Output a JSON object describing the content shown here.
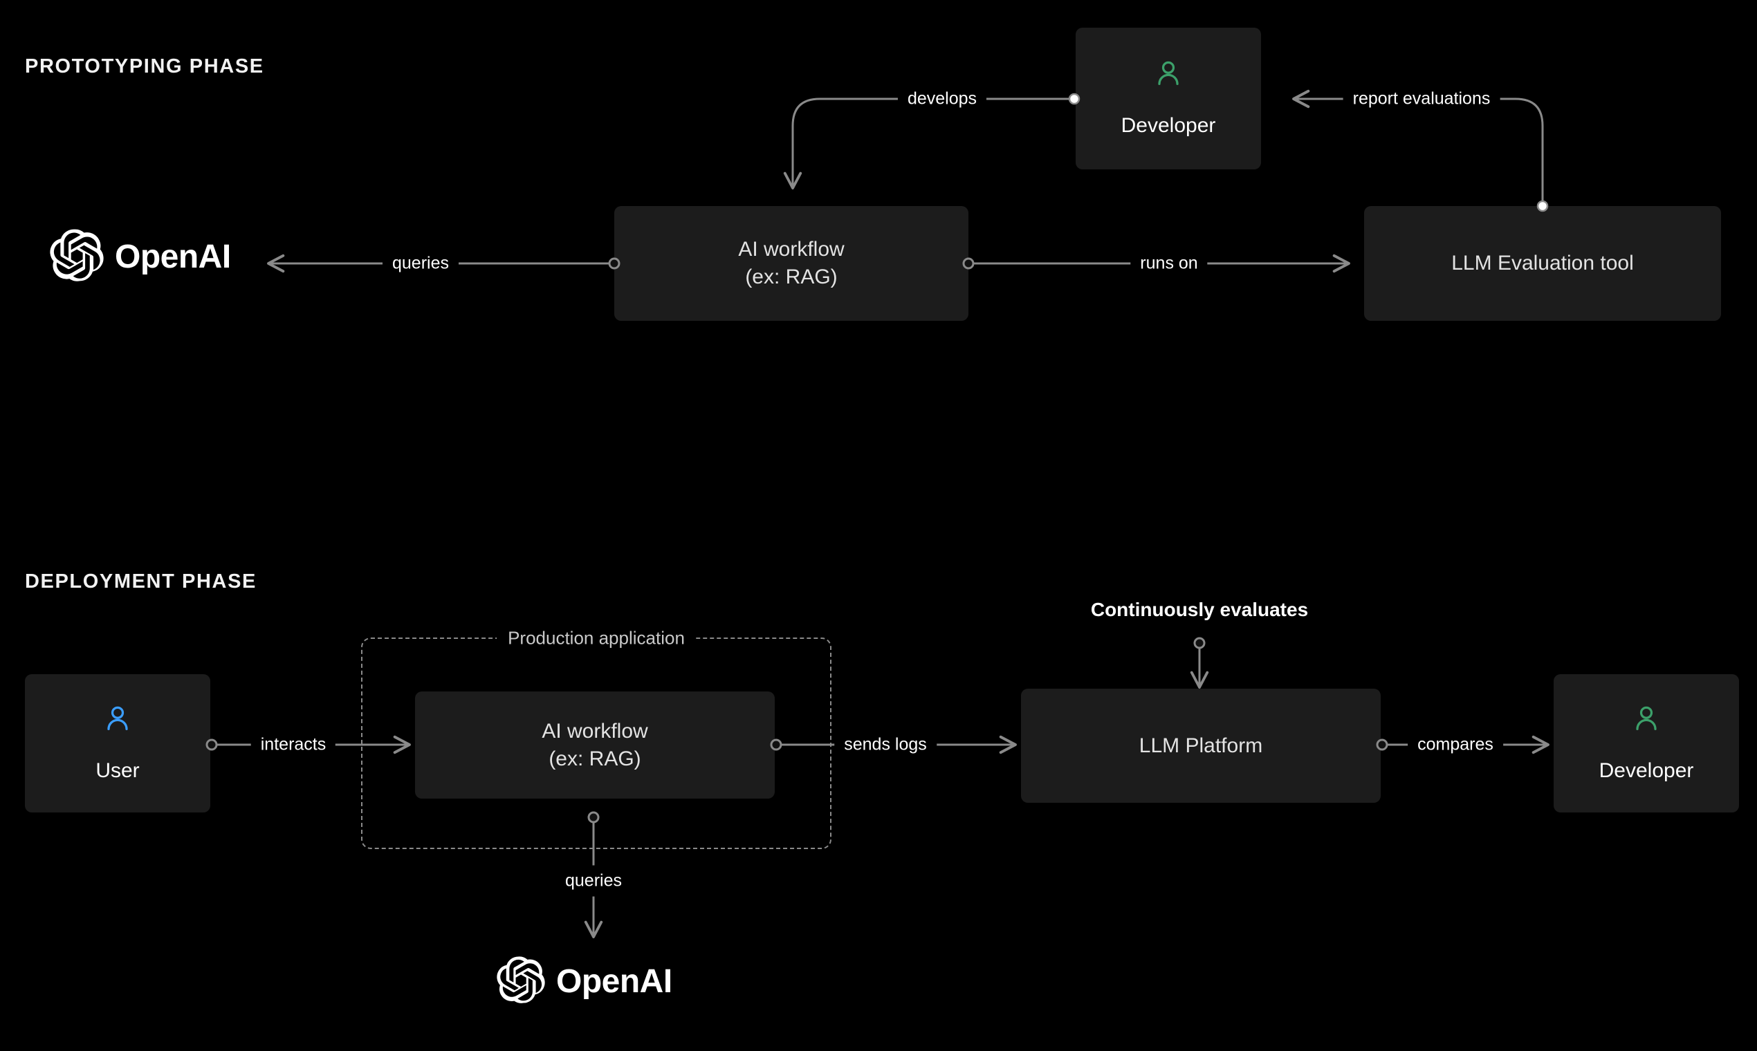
{
  "diagram": {
    "background_color": "#000000",
    "node_fill": "#1c1c1c",
    "wire_color": "#8a8a8a",
    "developer_icon_color": "#3ca06a",
    "user_icon_color": "#3b9eff"
  },
  "phases": [
    {
      "title": "PROTOTYPING PHASE",
      "nodes": [
        {
          "id": "openai-proto",
          "type": "brand",
          "label": "OpenAI"
        },
        {
          "id": "ai-workflow-proto",
          "type": "box",
          "label": "AI workflow\n(ex: RAG)"
        },
        {
          "id": "developer-proto",
          "type": "person",
          "label": "Developer",
          "icon": "person-icon",
          "icon_color": "#3ca06a"
        },
        {
          "id": "llm-eval-tool",
          "type": "box",
          "label": "LLM Evaluation tool"
        }
      ],
      "edges": [
        {
          "id": "queries-proto",
          "label": "queries",
          "from": "ai-workflow-proto",
          "to": "openai-proto"
        },
        {
          "id": "runs-on",
          "label": "runs on",
          "from": "ai-workflow-proto",
          "to": "llm-eval-tool"
        },
        {
          "id": "develops",
          "label": "develops",
          "from": "developer-proto",
          "to": "ai-workflow-proto"
        },
        {
          "id": "report-evaluations",
          "label": "report evaluations",
          "from": "llm-eval-tool",
          "to": "developer-proto"
        }
      ]
    },
    {
      "title": "DEPLOYMENT PHASE",
      "group": {
        "id": "production-application",
        "label": "Production application"
      },
      "nodes": [
        {
          "id": "user",
          "type": "person",
          "label": "User",
          "icon": "person-icon",
          "icon_color": "#3b9eff"
        },
        {
          "id": "ai-workflow-deploy",
          "type": "box",
          "label": "AI workflow\n(ex: RAG)"
        },
        {
          "id": "llm-platform",
          "type": "box",
          "label": "LLM Platform"
        },
        {
          "id": "developer-deploy",
          "type": "person",
          "label": "Developer",
          "icon": "person-icon",
          "icon_color": "#3ca06a"
        },
        {
          "id": "openai-deploy",
          "type": "brand",
          "label": "OpenAI"
        }
      ],
      "edges": [
        {
          "id": "interacts",
          "label": "interacts",
          "from": "user",
          "to": "ai-workflow-deploy"
        },
        {
          "id": "sends-logs",
          "label": "sends logs",
          "from": "ai-workflow-deploy",
          "to": "llm-platform"
        },
        {
          "id": "compares",
          "label": "compares",
          "from": "llm-platform",
          "to": "developer-deploy"
        },
        {
          "id": "queries-deploy",
          "label": "queries",
          "from": "ai-workflow-deploy",
          "to": "openai-deploy"
        },
        {
          "id": "continuously-evaluates",
          "label": "Continuously evaluates",
          "to": "llm-platform",
          "emphasis": true
        }
      ]
    }
  ]
}
